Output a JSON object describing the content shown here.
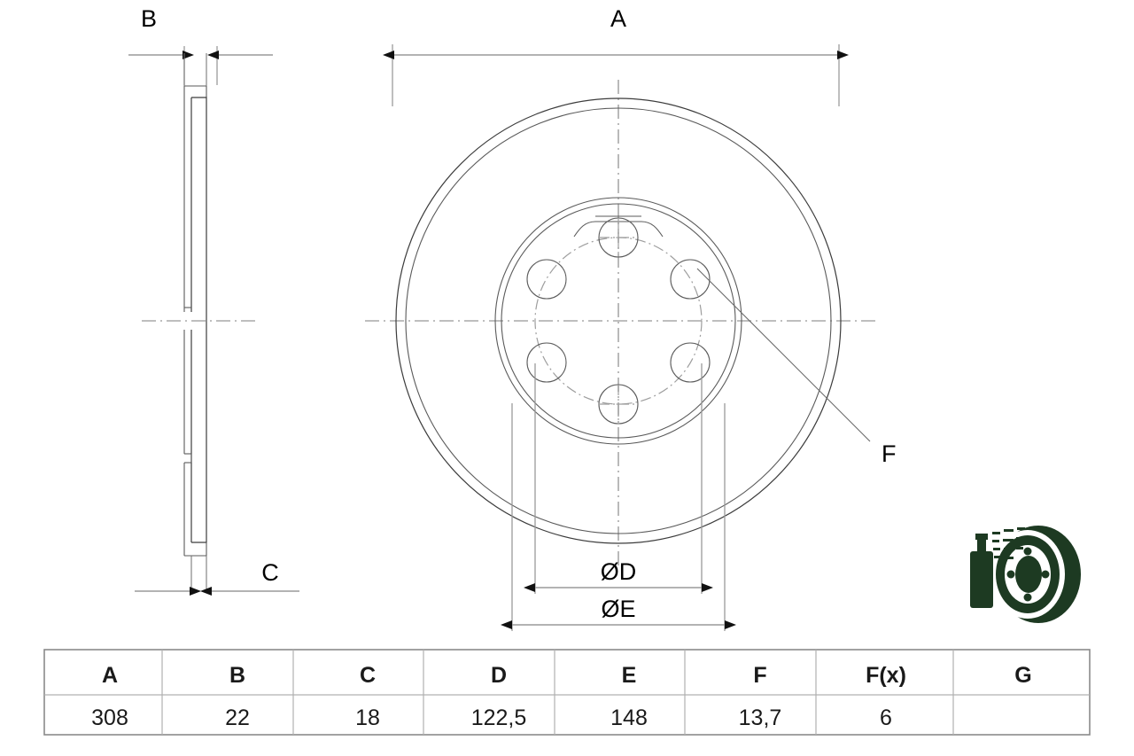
{
  "drawing": {
    "title": "brake-disc-technical-drawing",
    "dimension_labels": {
      "a": "A",
      "b": "B",
      "c": "C",
      "d": "ØD",
      "e": "ØE",
      "f": "F"
    }
  },
  "table": {
    "headers": [
      "A",
      "B",
      "C",
      "D",
      "E",
      "F",
      "F(x)",
      "G"
    ],
    "values": [
      "308",
      "22",
      "18",
      "122,5",
      "148",
      "13,7",
      "6",
      ""
    ]
  },
  "icon": {
    "name": "spray-can-brake-disc-icon",
    "color": "#1d3a22"
  },
  "colors": {
    "line": "#5a5a5a",
    "dimension": "#9a9a9a",
    "center": "#a8a8a8",
    "text": "#000000",
    "table_border": "#8a8a8a",
    "icon": "#1d3a22"
  }
}
